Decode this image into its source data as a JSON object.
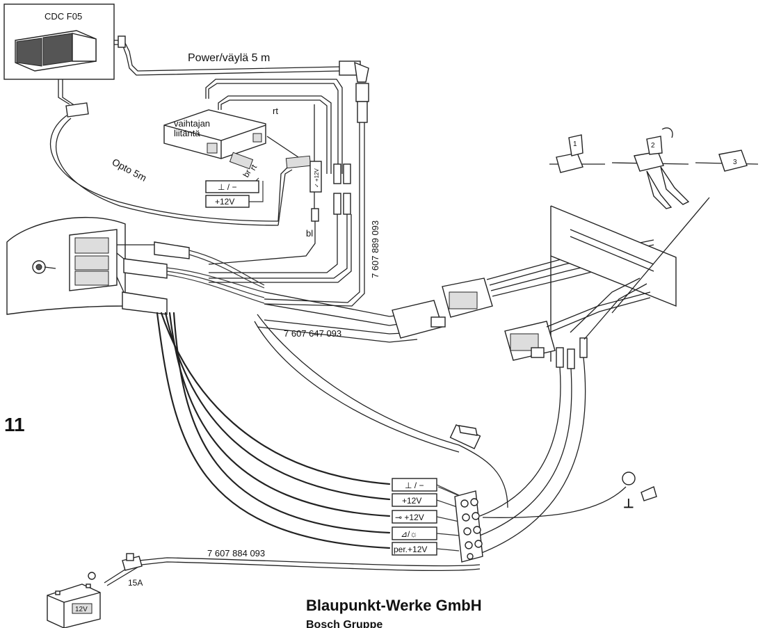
{
  "figure_number": "11",
  "changer": {
    "model": "CDC F05"
  },
  "cables": {
    "power_bus": "Power/väylä 5 m",
    "opto": "Opto 5m",
    "adapter_part": "7 607 889 093",
    "harness_part": "7 607 647 093",
    "battery_cable_part": "7 607 884 093"
  },
  "interface": {
    "line1": "vaihtajan",
    "line2": "liitäntä"
  },
  "wire_colors": {
    "rt": "rt",
    "br": "br",
    "bl": "bl"
  },
  "small_terminals": {
    "ground": "⊥ / −",
    "plus12": "+12V",
    "ignition_tag": "✓ +12V"
  },
  "terminal_labels": [
    {
      "label": "⊥ / −"
    },
    {
      "label": "+12V"
    },
    {
      "label": "⊸ +12V"
    },
    {
      "label": "⊿/☼"
    },
    {
      "label": "per.+12V"
    }
  ],
  "fuse": {
    "rating": "15A"
  },
  "battery": {
    "label": "12V"
  },
  "ground_symbol": "⊥",
  "clip_steps": [
    "1",
    "2",
    "3"
  ],
  "footer": {
    "company": "Blaupunkt-Werke GmbH",
    "group": "Bosch Gruppe"
  },
  "colors": {
    "line": "#222222",
    "background": "#ffffff"
  }
}
